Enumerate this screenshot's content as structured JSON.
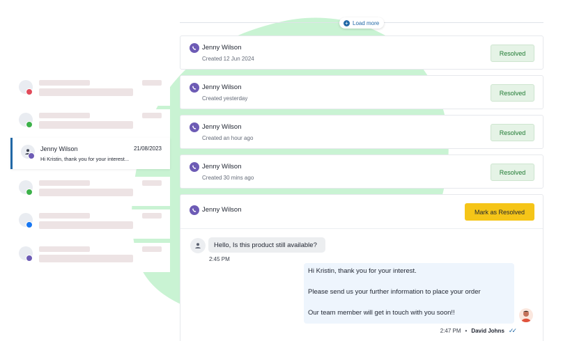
{
  "load_more": "Load more",
  "conversations": {
    "active": {
      "name": "Jenny Wilson",
      "date": "21/08/2023",
      "preview": "Hi Kristin, thank you for your interest..."
    },
    "badge_colors": [
      "#e14b5a",
      "#3db14a",
      "#6d5bb5",
      "#3db14a",
      "#1877f2",
      "#6d5bb5"
    ]
  },
  "tickets": [
    {
      "name": "Jenny Wilson",
      "created": "Created 12 Jun 2024",
      "status": "Resolved"
    },
    {
      "name": "Jenny Wilson",
      "created": "Created yesterday",
      "status": "Resolved"
    },
    {
      "name": "Jenny Wilson",
      "created": "Created an hour ago",
      "status": "Resolved"
    },
    {
      "name": "Jenny Wilson",
      "created": "Created 30 mins ago",
      "status": "Resolved"
    }
  ],
  "open_ticket": {
    "name": "Jenny Wilson",
    "action": "Mark as Resolved",
    "incoming": {
      "text": "Hello, Is this product still available?",
      "time": "2:45 PM"
    },
    "outgoing": {
      "lines": [
        "Hi Kristin, thank you for your interest.",
        "Please send us your further information to place your order",
        "Our team member will get in touch with you soon!!"
      ],
      "time": "2:47 PM",
      "separator": "•",
      "agent": "David Johns"
    }
  },
  "colors": {
    "accent": "#2168a6",
    "viber": "#6d5bb5",
    "resolved_bg": "#e5f3e6",
    "resolved_text": "#1f7a32",
    "mark_btn": "#f5c518",
    "blob": "#c9f3d3"
  }
}
